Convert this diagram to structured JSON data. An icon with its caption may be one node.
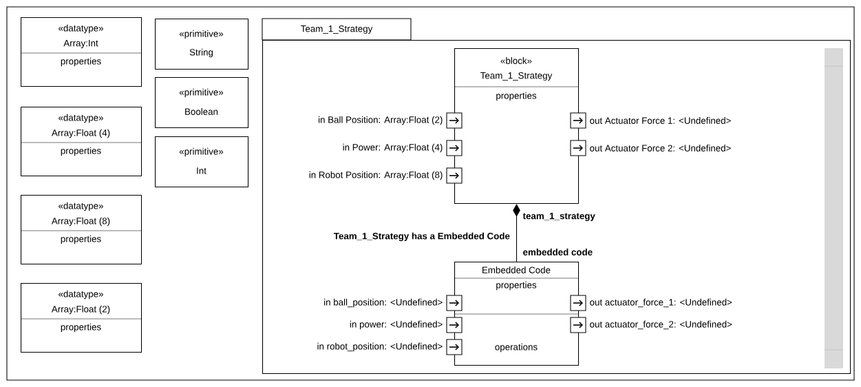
{
  "diagram": {
    "nodes": [
      {
        "text": [
          "Team_1_Strategy"
        ]
      },
      {
        "text": [
          "«datatype»",
          "Array:Int",
          "properties"
        ]
      },
      {
        "text": [
          "«datatype»",
          "Array:Float (4)",
          "properties"
        ]
      },
      {
        "text": [
          "«datatype»",
          "Array:Float (8)",
          "properties"
        ]
      },
      {
        "text": [
          "«datatype»",
          "Array:Float (2)",
          "properties"
        ]
      },
      {
        "text": [
          "«primitive»",
          "String"
        ]
      },
      {
        "text": [
          "«primitive»",
          "Boolean"
        ]
      },
      {
        "text": [
          "«primitive»",
          "Int"
        ]
      },
      {
        "text": [
          "«block»",
          "Team_1_Strategy",
          "properties"
        ],
        "in": 0
      },
      {
        "text": [
          "Embedded Code",
          "properties",
          "operations"
        ],
        "in": 0
      },
      {
        "text": [],
        "shape": "box",
        "beside": [
          "in Ball Position: Array:Float (2)"
        ],
        "in": 0
      },
      {
        "text": [],
        "shape": "box",
        "beside": [
          "in Power: Array:Float (4)"
        ],
        "in": 0
      },
      {
        "text": [],
        "shape": "box",
        "beside": [
          "in Robot Position: Array:Float (8)"
        ],
        "in": 0
      },
      {
        "text": [],
        "shape": "box",
        "beside": [
          "out  Actuator Force 1: <Undefined>"
        ],
        "in": 0
      },
      {
        "text": [],
        "shape": "box",
        "beside": [
          "out Actuator Force 2: <Undefined>"
        ],
        "in": 0
      },
      {
        "text": [],
        "shape": "box",
        "beside": [
          "in ball_position: <Undefined>"
        ],
        "in": 0
      },
      {
        "text": [],
        "shape": "box",
        "beside": [
          "in power: <Undefined>"
        ],
        "in": 0
      },
      {
        "text": [],
        "shape": "box",
        "beside": [
          "in robot_position: <Undefined>"
        ],
        "in": 0
      },
      {
        "text": [],
        "shape": "box",
        "beside": [
          "out actuator_force_1: <Undefined>"
        ],
        "in": 0
      },
      {
        "text": [],
        "shape": "box",
        "beside": [
          "out actuator_force_2: <Undefined>"
        ],
        "in": 0
      }
    ],
    "edges": [
      {
        "from": 9,
        "to": 8,
        "arrow": "other",
        "label": "Team_1_Strategy has a Embedded Code"
      }
    ],
    "labels": [
      "team_1_strategy",
      "embedded code"
    ]
  }
}
